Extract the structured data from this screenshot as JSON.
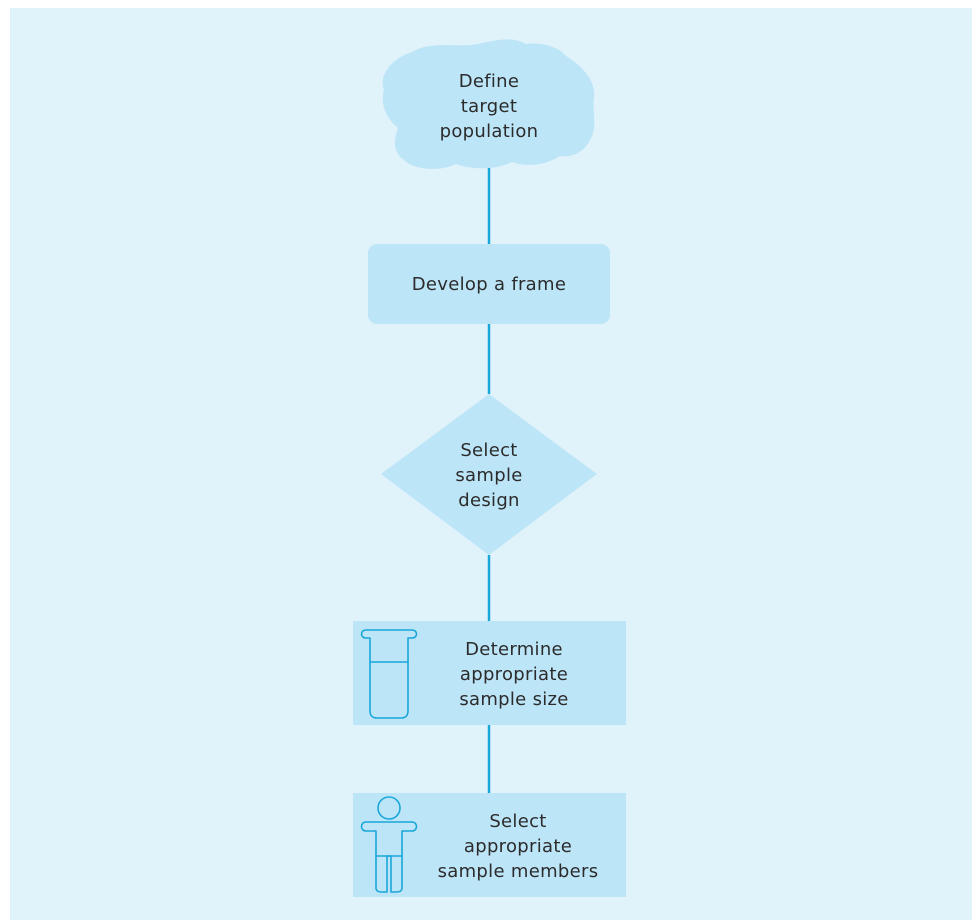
{
  "colors": {
    "background": "#e0f2fa",
    "shape_fill": "#bde5f8",
    "connector": "#1aa7d9",
    "icon_stroke": "#1aa7d9",
    "text": "#2b2b2b"
  },
  "steps": [
    {
      "label": "Define\ntarget\npopulation",
      "shape": "cloud"
    },
    {
      "label": "Develop a frame",
      "shape": "rounded-rectangle"
    },
    {
      "label": "Select\nsample\ndesign",
      "shape": "diamond"
    },
    {
      "label": "Determine\nappropriate\nsample size",
      "shape": "rectangle",
      "icon": "test-tube-icon"
    },
    {
      "label": "Select\nappropriate\nsample members",
      "shape": "rectangle",
      "icon": "person-icon"
    }
  ]
}
